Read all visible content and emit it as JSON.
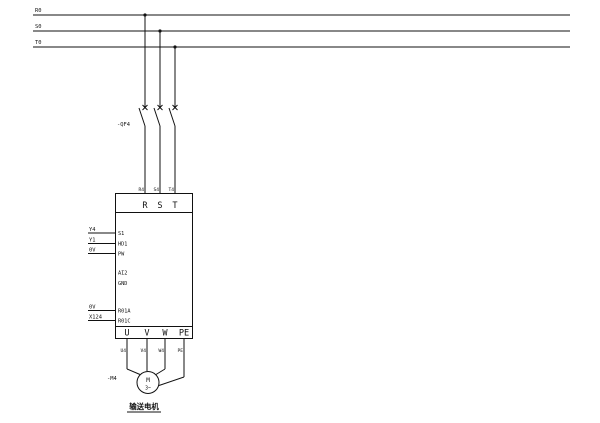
{
  "power_bus": {
    "phase_labels": [
      "R0",
      "S0",
      "T0"
    ]
  },
  "breaker": {
    "label": "-QF4"
  },
  "drive": {
    "input_terminals": [
      "R",
      "S",
      "T"
    ],
    "input_wire_labels": [
      "R4",
      "S4",
      "T4"
    ],
    "control_terminals": [
      "S1",
      "HD1",
      "PW",
      "AI2",
      "GND",
      "R01A",
      "R01C"
    ],
    "control_wire_labels": [
      "Y4",
      "Y1",
      "0V",
      "0V",
      "X124"
    ],
    "output_terminals": [
      "U",
      "V",
      "W",
      "PE"
    ],
    "output_wire_labels": [
      "U4",
      "V4",
      "W4",
      "PE"
    ]
  },
  "motor": {
    "label": "-M4",
    "symbol_letter": "M",
    "symbol_phase": "3~",
    "caption": "输送电机"
  },
  "colors": {
    "line": "#111111",
    "background": "#ffffff"
  }
}
